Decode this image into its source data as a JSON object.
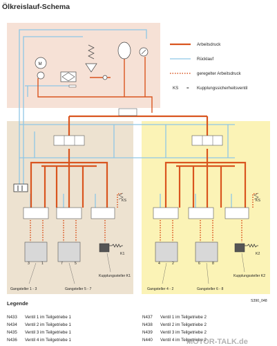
{
  "title": "Ölkreislauf-Schema",
  "legend_lines": {
    "arbeitsdruck": "Arbeitsdruck",
    "ruecklauf": "Rücklauf",
    "geregelter": "geregelter Arbeitsdruck",
    "ks_abbr": "KS",
    "ks_eq": "=",
    "ks_desc": "Kupplungssicherheitsventil"
  },
  "colors": {
    "pressure": "#d9541e",
    "return": "#8ec7e6",
    "top_panel": "#f6e1d6",
    "left_panel": "#ede2d0",
    "right_panel": "#fbf3b6"
  },
  "motor_label": "M",
  "ks_labels": [
    "KS",
    "KS"
  ],
  "sensor_labels": [
    "3",
    "1",
    "7",
    "5",
    "4",
    "2",
    "6",
    "8"
  ],
  "clutch_labels": [
    "K1",
    "K2"
  ],
  "bottom_labels": {
    "g13": "Gangsteller 1 - 3",
    "g57": "Gangsteller 5 - 7",
    "k1": "Kupplungssteller K1",
    "g42": "Gangsteller 4 - 2",
    "g68": "Gangsteller 6 - 8",
    "k2": "Kupplungssteller K2"
  },
  "figure_id": "S390_048",
  "legend_heading": "Legende",
  "legend": [
    {
      "code": "N433",
      "text": "Ventil 1 im Teilgetriebe 1"
    },
    {
      "code": "N434",
      "text": "Ventil 2 im Teilgetriebe 1"
    },
    {
      "code": "N435",
      "text": "Ventil 3 im Teilgetriebe 1"
    },
    {
      "code": "N436",
      "text": "Ventil 4 im Teilgetriebe 1"
    },
    {
      "code": "N437",
      "text": "Ventil 1 im Teilgetriebe 2"
    },
    {
      "code": "N438",
      "text": "Ventil 2 im Teilgetriebe 2"
    },
    {
      "code": "N439",
      "text": "Ventil 3 im Teilgetriebe 2"
    },
    {
      "code": "N440",
      "text": "Ventil 4 im Teilgetriebe 2"
    }
  ],
  "watermark": "MOTOR-TALK.de"
}
